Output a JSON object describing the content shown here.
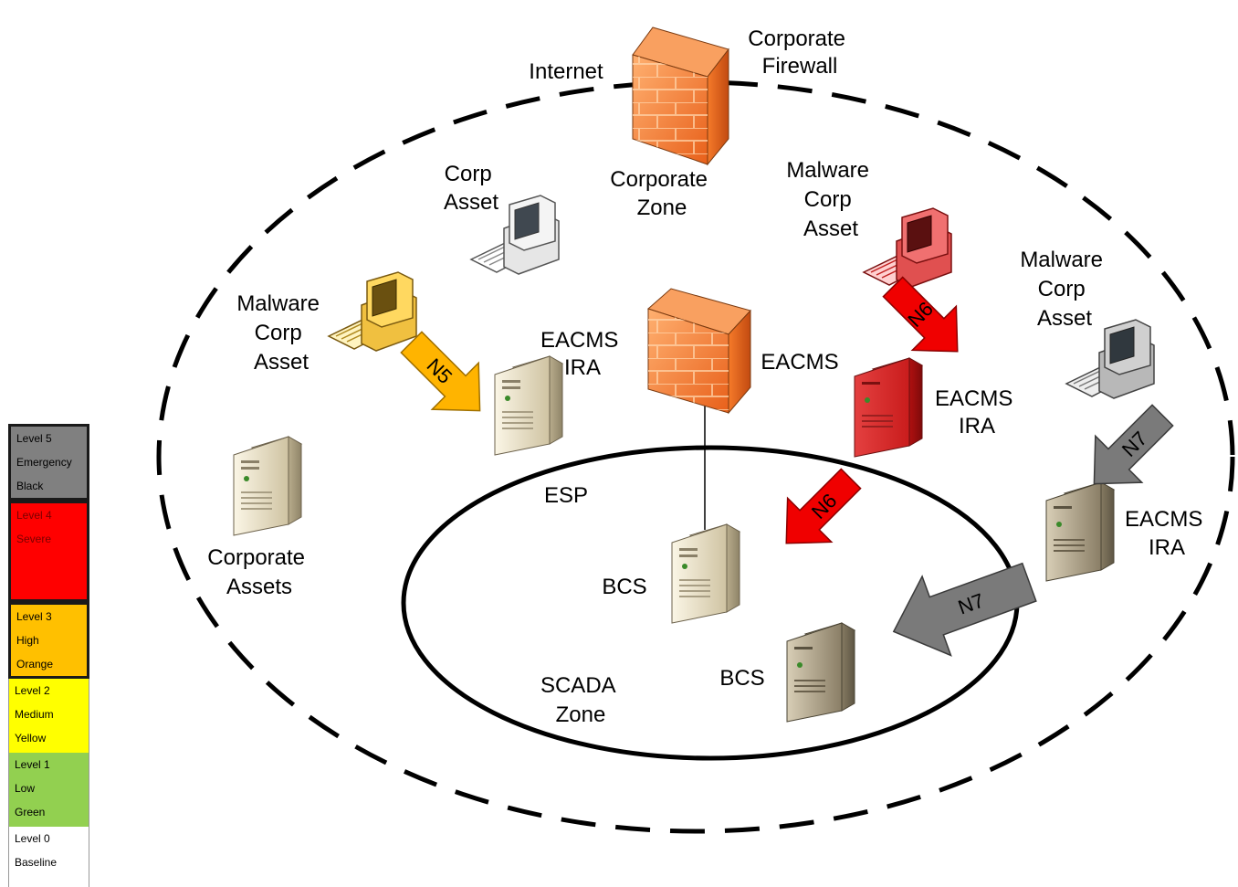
{
  "labels": {
    "internet": "Internet",
    "corporate_firewall": [
      "Corporate",
      "Firewall"
    ],
    "corporate_zone": [
      "Corporate",
      "Zone"
    ],
    "corp_asset": [
      "Corp",
      "Asset"
    ],
    "malware_corp_asset_left": [
      "Malware",
      "Corp",
      "Asset"
    ],
    "malware_corp_asset_top": [
      "Malware",
      "Corp",
      "Asset"
    ],
    "malware_corp_asset_right": [
      "Malware",
      "Corp",
      "Asset"
    ],
    "eacms_ira_left": [
      "EACMS",
      "IRA"
    ],
    "eacms_center": "EACMS",
    "eacms_ira_red": [
      "EACMS",
      "IRA"
    ],
    "eacms_ira_right": [
      "EACMS",
      "IRA"
    ],
    "esp": "ESP",
    "bcs_center": "BCS",
    "bcs_lower": "BCS",
    "corporate_assets": [
      "Corporate",
      "Assets"
    ],
    "scada_zone": [
      "SCADA",
      "Zone"
    ]
  },
  "arrows": {
    "n5": "N5",
    "n6_top": "N6",
    "n6_mid": "N6",
    "n7_top": "N7",
    "n7_bottom": "N7"
  },
  "colors": {
    "orange_arrow": "#ffb400",
    "red_arrow": "#f00000",
    "gray_arrow": "#7a7a7a",
    "firewall": "#f07a2a"
  },
  "legend": [
    {
      "lines": [
        "Level 5",
        "Emergency",
        "Black"
      ],
      "color": "#808080",
      "text_color": "#000000"
    },
    {
      "lines": [
        "Level 4",
        "Severe"
      ],
      "color": "#ff0000",
      "text_color": "#7a0000"
    },
    {
      "lines": [
        "Level 3",
        "High",
        "Orange"
      ],
      "color": "#ffc000",
      "text_color": "#000000"
    },
    {
      "lines": [
        "Level 2",
        "Medium",
        "Yellow"
      ],
      "color": "#ffff00",
      "text_color": "#000000"
    },
    {
      "lines": [
        "Level 1",
        "Low",
        "Green"
      ],
      "color": "#92d050",
      "text_color": "#000000"
    },
    {
      "lines": [
        "Level 0",
        "Baseline"
      ],
      "color": "#ffffff",
      "text_color": "#000000"
    }
  ]
}
